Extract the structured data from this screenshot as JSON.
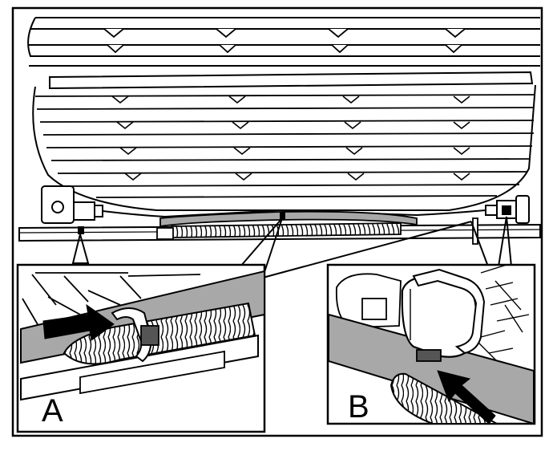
{
  "figure": {
    "callouts": [
      {
        "id": "A",
        "label": "A"
      },
      {
        "id": "B",
        "label": "B"
      }
    ],
    "colors": {
      "line": "#000000",
      "shade": "#a8a8a8",
      "background": "#ffffff"
    }
  }
}
